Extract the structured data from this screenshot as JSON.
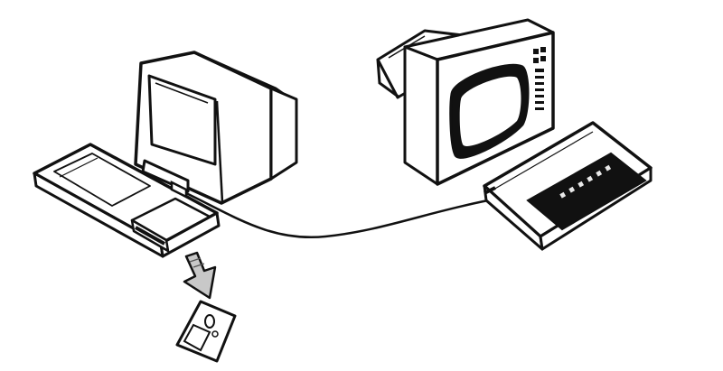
{
  "illustration": {
    "colors": {
      "ink": "#111111",
      "paper": "#ffffff",
      "screen": "#ffffff",
      "arrow_fill": "#c8c8c8",
      "badge_text": "#e8e8e8"
    },
    "objects": [
      {
        "name": "computer-with-monitor-and-keyboard",
        "icon": "computer-icon"
      },
      {
        "name": "disk-drive-slot",
        "icon": "drive-slot-icon"
      },
      {
        "name": "download-arrow",
        "icon": "down-arrow-icon"
      },
      {
        "name": "floppy-disk",
        "icon": "floppy-disk-icon"
      },
      {
        "name": "connecting-cable",
        "icon": "cable-icon"
      },
      {
        "name": "television-set",
        "icon": "tv-icon"
      },
      {
        "name": "game-console",
        "icon": "console-icon"
      }
    ]
  }
}
